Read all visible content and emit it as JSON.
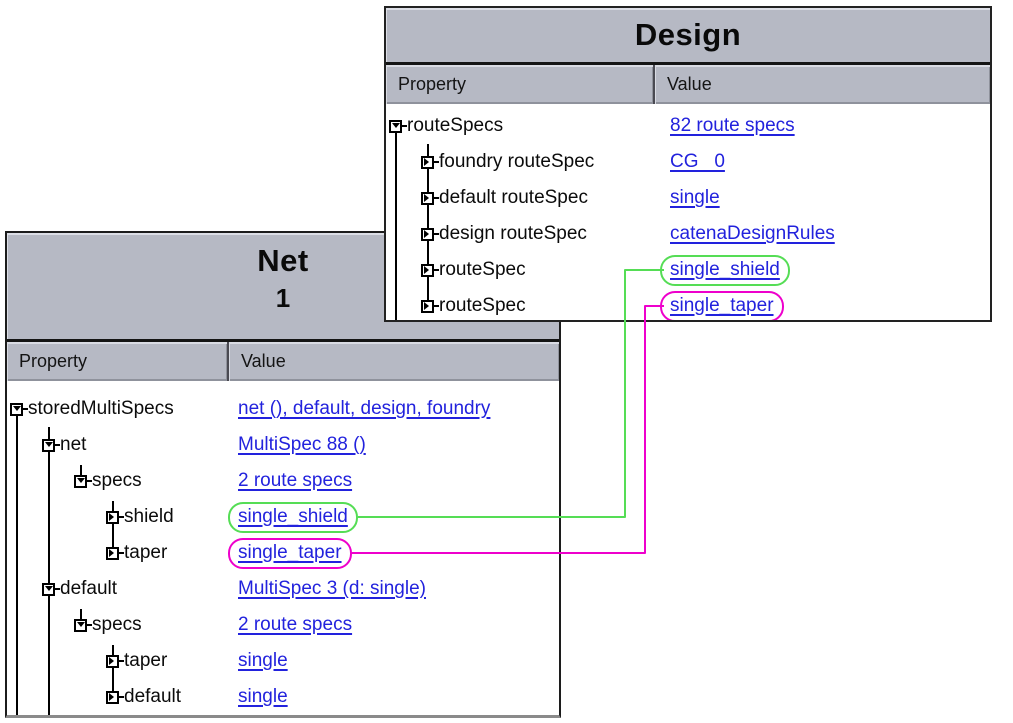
{
  "colors": {
    "panel_gray": "#b6b9c4",
    "link_blue": "#2222dd",
    "shield_green": "#55dd55",
    "taper_magenta": "#ee00cc"
  },
  "panels": [
    {
      "id": "design",
      "title": "Design",
      "columns": {
        "property": "Property",
        "value": "Value"
      },
      "rows": [
        {
          "depth": 0,
          "expander": "expanded",
          "label": "routeSpecs",
          "value": "82 route specs",
          "value_style": "link"
        },
        {
          "depth": 1,
          "expander": "collapsed",
          "label": "foundry routeSpec",
          "value": "CG   0",
          "value_style": "link"
        },
        {
          "depth": 1,
          "expander": "collapsed",
          "label": "default routeSpec",
          "value": "single",
          "value_style": "link"
        },
        {
          "depth": 1,
          "expander": "collapsed",
          "label": "design routeSpec",
          "value": "catenaDesignRules",
          "value_style": "link"
        },
        {
          "depth": 1,
          "expander": "collapsed",
          "label": "routeSpec",
          "value": "single_shield",
          "value_style": "link-oval-green"
        },
        {
          "depth": 1,
          "expander": "collapsed",
          "label": "routeSpec",
          "value": "single_taper",
          "value_style": "link-oval-magenta"
        }
      ]
    },
    {
      "id": "net",
      "title": "Net",
      "subtitle": "1",
      "columns": {
        "property": "Property",
        "value": "Value"
      },
      "rows": [
        {
          "depth": 0,
          "expander": "expanded",
          "label": "storedMultiSpecs",
          "value": "net (), default, design, foundry",
          "value_style": "link"
        },
        {
          "depth": 1,
          "expander": "expanded",
          "label": "net",
          "value": "MultiSpec 88 ()",
          "value_style": "link"
        },
        {
          "depth": 2,
          "expander": "expanded",
          "label": "specs",
          "value": "2 route specs",
          "value_style": "link"
        },
        {
          "depth": 3,
          "expander": "collapsed",
          "label": "shield",
          "value": "single_shield",
          "value_style": "link-oval-green"
        },
        {
          "depth": 3,
          "expander": "collapsed",
          "label": "taper",
          "value": "single_taper",
          "value_style": "link-oval-magenta"
        },
        {
          "depth": 1,
          "expander": "expanded",
          "label": "default",
          "value": "MultiSpec 3 (d: single)",
          "value_style": "link"
        },
        {
          "depth": 2,
          "expander": "expanded",
          "label": "specs",
          "value": "2 route specs",
          "value_style": "link"
        },
        {
          "depth": 3,
          "expander": "collapsed",
          "label": "taper",
          "value": "single",
          "value_style": "link"
        },
        {
          "depth": 3,
          "expander": "collapsed",
          "label": "default",
          "value": "single",
          "value_style": "link"
        }
      ]
    }
  ],
  "connectors": [
    {
      "from": "net shield single_shield",
      "to": "design routeSpec single_shield",
      "color": "#55dd55"
    },
    {
      "from": "net taper single_taper",
      "to": "design routeSpec single_taper",
      "color": "#ee00cc"
    }
  ]
}
